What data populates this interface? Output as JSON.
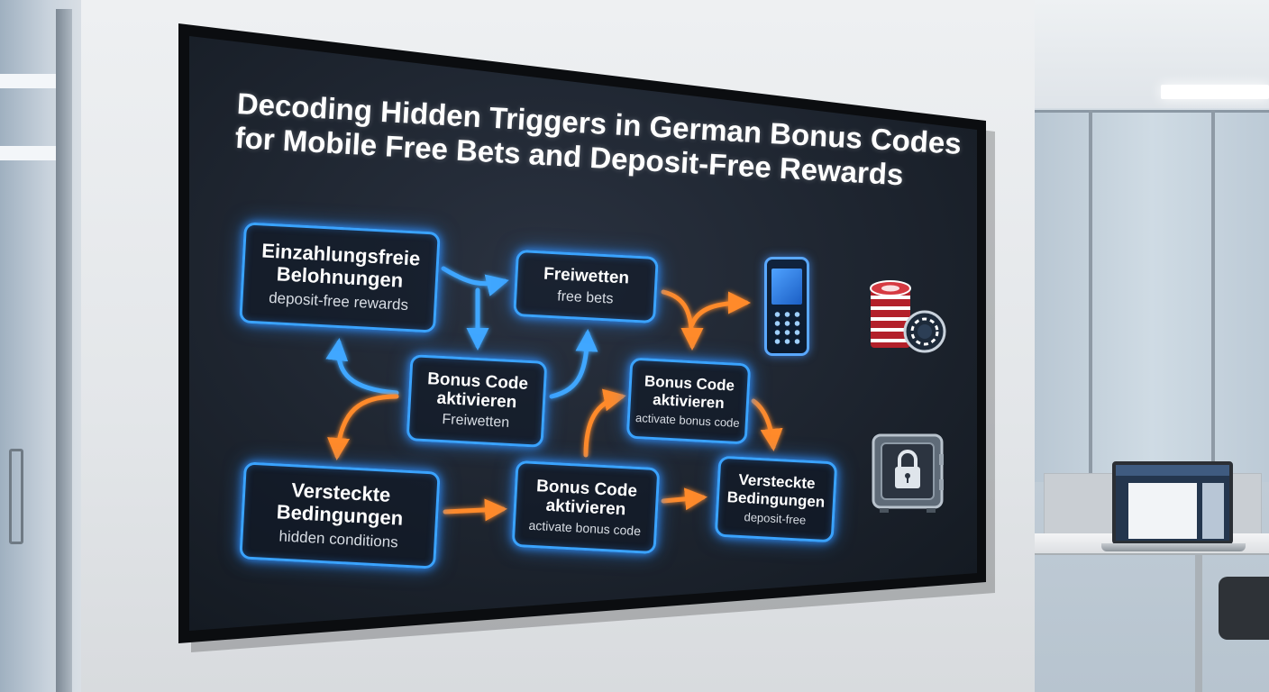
{
  "title": {
    "line1": "Decoding Hidden Triggers in German Bonus Codes",
    "line2": "for Mobile Free Bets and Deposit-Free Rewards"
  },
  "nodes": {
    "n1": {
      "title": "Einzahlungsfreie Belohnungen",
      "subtitle": "deposit-free rewards"
    },
    "n2": {
      "title": "Freiwetten",
      "subtitle": "free bets"
    },
    "n3": {
      "title": "Bonus Code aktivieren",
      "subtitle": "Freiwetten"
    },
    "n4": {
      "title": "Bonus Code aktivieren",
      "subtitle": "activate bonus code"
    },
    "n5": {
      "title": "Versteckte Bedingungen",
      "subtitle": "hidden conditions"
    },
    "n6": {
      "title": "Bonus Code aktivieren",
      "subtitle": "activate bonus code"
    },
    "n7": {
      "title": "Versteckte Bedingungen",
      "subtitle": "deposit-free"
    }
  },
  "icons": [
    "mobile-phone-icon",
    "casino-chips-icon",
    "safe-lock-icon"
  ],
  "colors": {
    "node_border": "#3aa3ff",
    "arrow_blue": "#3fa7ff",
    "arrow_orange": "#ff8a2a",
    "screen_bg": "#1c2430"
  }
}
